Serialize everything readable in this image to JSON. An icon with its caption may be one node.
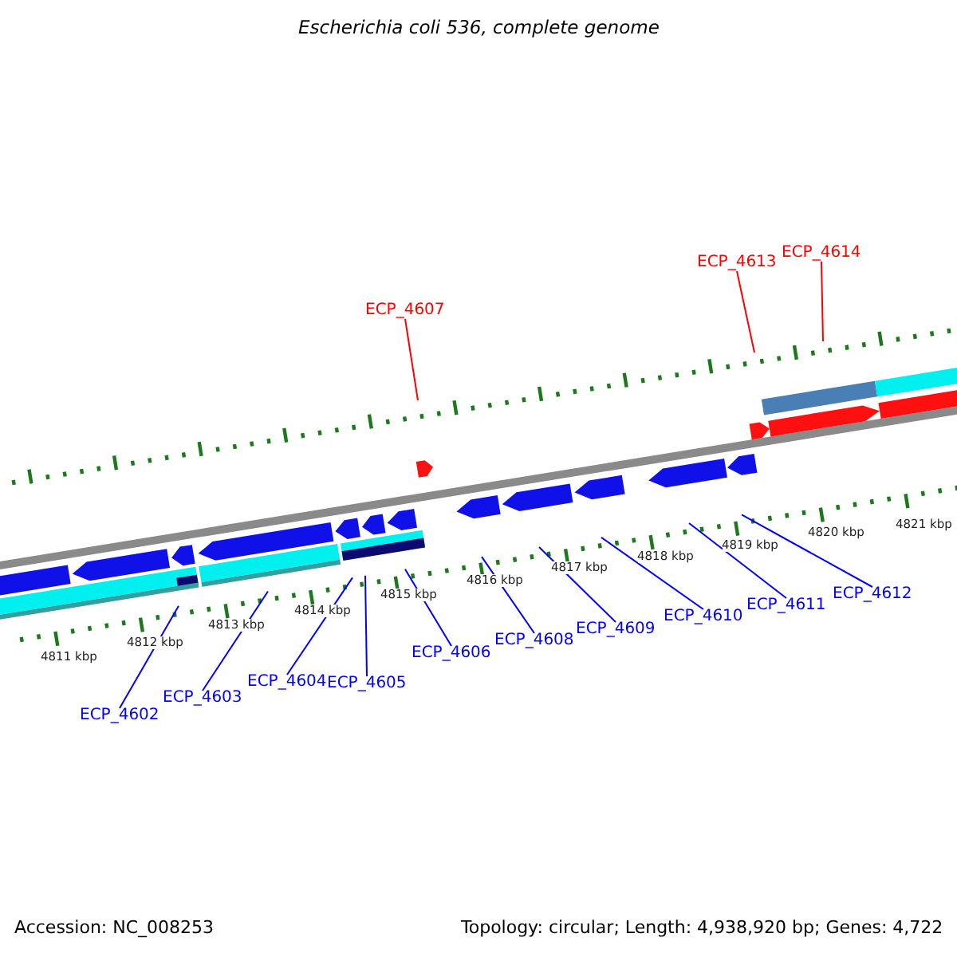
{
  "diagram": {
    "title": "Escherichia coli 536, complete genome",
    "nodes": [
      {
        "text": [
          "ECP_4602"
        ]
      },
      {
        "text": [
          "ECP_4603"
        ]
      },
      {
        "text": [
          "ECP_4604"
        ]
      },
      {
        "text": [
          "ECP_4605"
        ]
      },
      {
        "text": [
          "ECP_4606"
        ]
      },
      {
        "text": [
          "ECP_4607"
        ]
      },
      {
        "text": [
          "ECP_4608"
        ]
      },
      {
        "text": [
          "ECP_4609"
        ]
      },
      {
        "text": [
          "ECP_4610"
        ]
      },
      {
        "text": [
          "ECP_4611"
        ]
      },
      {
        "text": [
          "ECP_4612"
        ]
      },
      {
        "text": [
          "ECP_4613"
        ]
      },
      {
        "text": [
          "ECP_4614"
        ]
      }
    ],
    "edges": [
      {
        "from": 0,
        "to": null,
        "arrow": "none"
      },
      {
        "from": 1,
        "to": null,
        "arrow": "none"
      },
      {
        "from": 2,
        "to": null,
        "arrow": "none"
      },
      {
        "from": 3,
        "to": null,
        "arrow": "none"
      },
      {
        "from": 4,
        "to": null,
        "arrow": "none"
      },
      {
        "from": 5,
        "to": null,
        "arrow": "none",
        "color": "#ff0000"
      },
      {
        "from": 6,
        "to": null,
        "arrow": "none"
      },
      {
        "from": 7,
        "to": null,
        "arrow": "none"
      },
      {
        "from": 8,
        "to": null,
        "arrow": "none"
      },
      {
        "from": 9,
        "to": null,
        "arrow": "none"
      },
      {
        "from": 10,
        "to": null,
        "arrow": "none"
      },
      {
        "from": 11,
        "to": null,
        "arrow": "none",
        "color": "#ff0000"
      },
      {
        "from": 12,
        "to": null,
        "arrow": "none",
        "color": "#ff0000"
      }
    ],
    "labels": [
      "4811 kbp",
      "4812 kbp",
      "4813 kbp",
      "4814 kbp",
      "4815 kbp",
      "4816 kbp",
      "4817 kbp",
      "4818 kbp",
      "4819 kbp",
      "4820 kbp",
      "4821 kbp",
      "Accession: NC_008253",
      "Topology: circular; Length: 4,938,920 bp; Genes: 4,722"
    ]
  }
}
